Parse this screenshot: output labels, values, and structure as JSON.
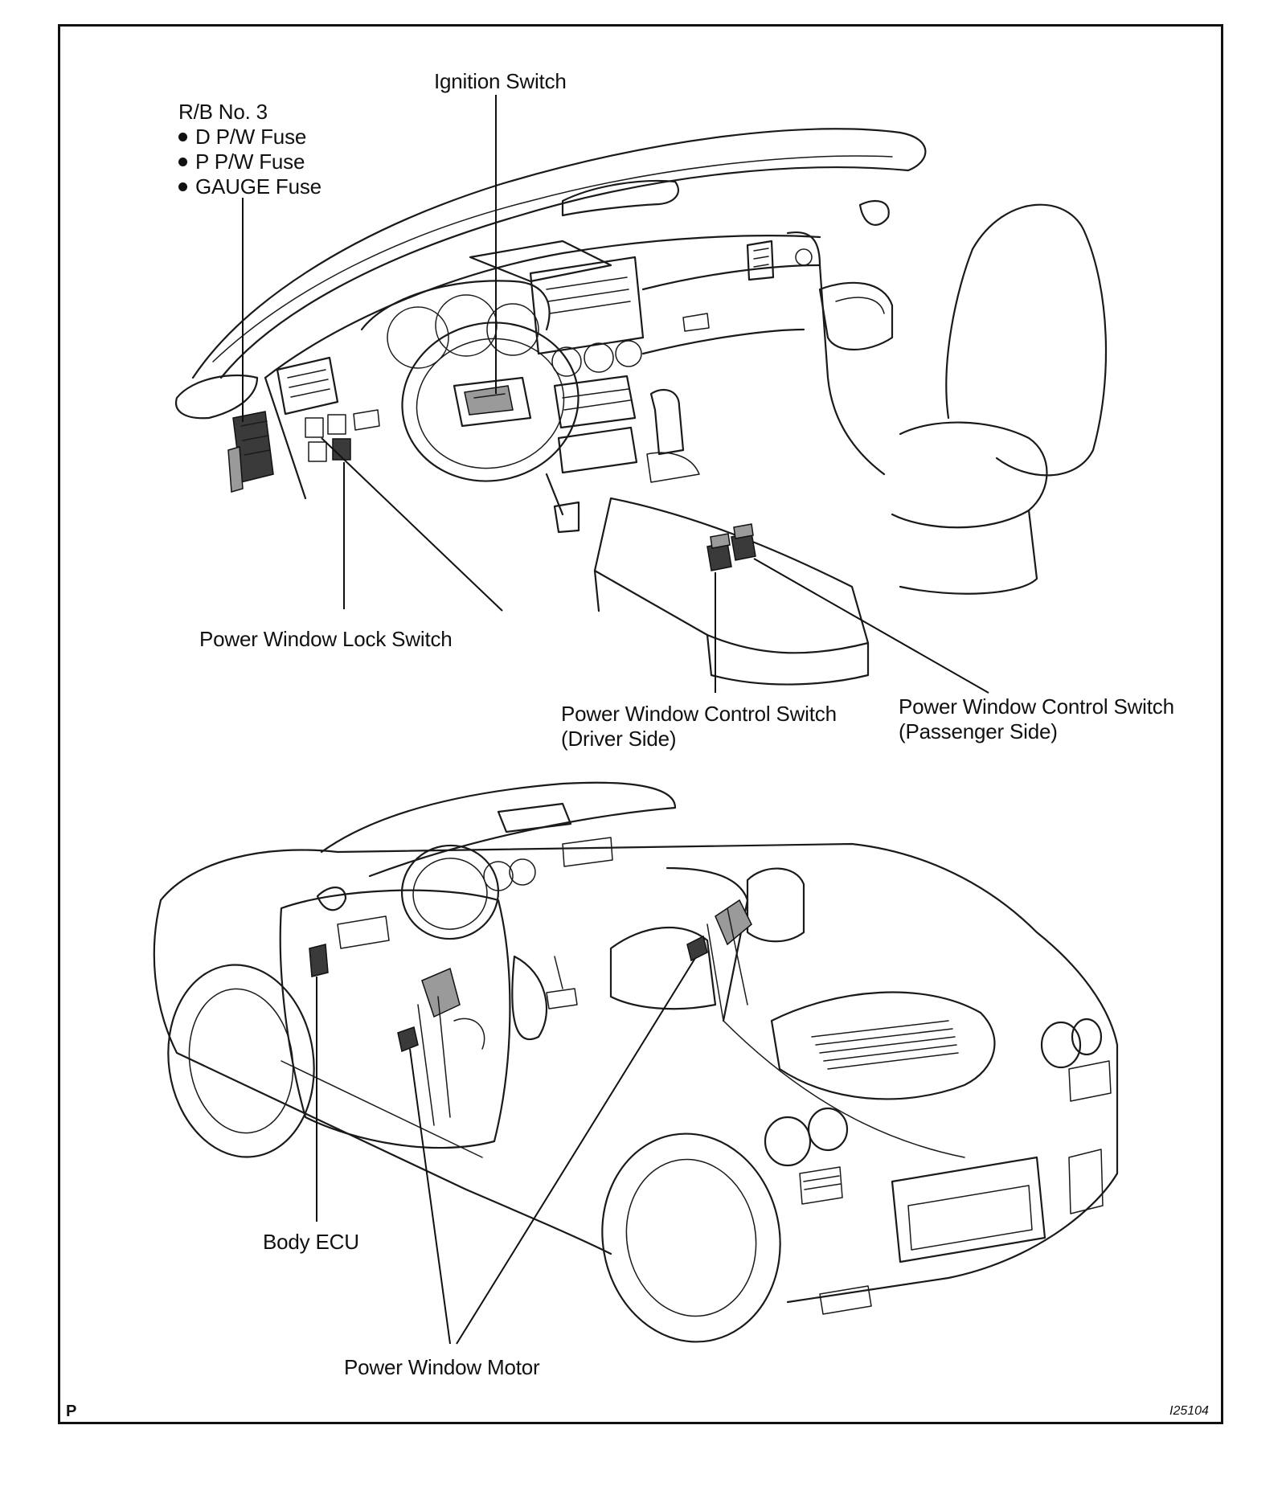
{
  "labels": {
    "ignition_switch": "Ignition Switch",
    "relay_block": {
      "title": "R/B No. 3",
      "items": [
        "D P/W Fuse",
        "P P/W Fuse",
        "GAUGE Fuse"
      ]
    },
    "power_window_lock_switch": "Power Window Lock Switch",
    "control_switch_driver": {
      "line1": "Power Window Control Switch",
      "line2": "(Driver Side)"
    },
    "control_switch_passenger": {
      "line1": "Power Window Control Switch",
      "line2": "(Passenger Side)"
    },
    "body_ecu": "Body ECU",
    "power_window_motor": "Power Window Motor"
  },
  "corner_marks": {
    "left": "P",
    "right": "I25104"
  },
  "colors": {
    "line": "#1a1a1a",
    "background": "#ffffff"
  }
}
